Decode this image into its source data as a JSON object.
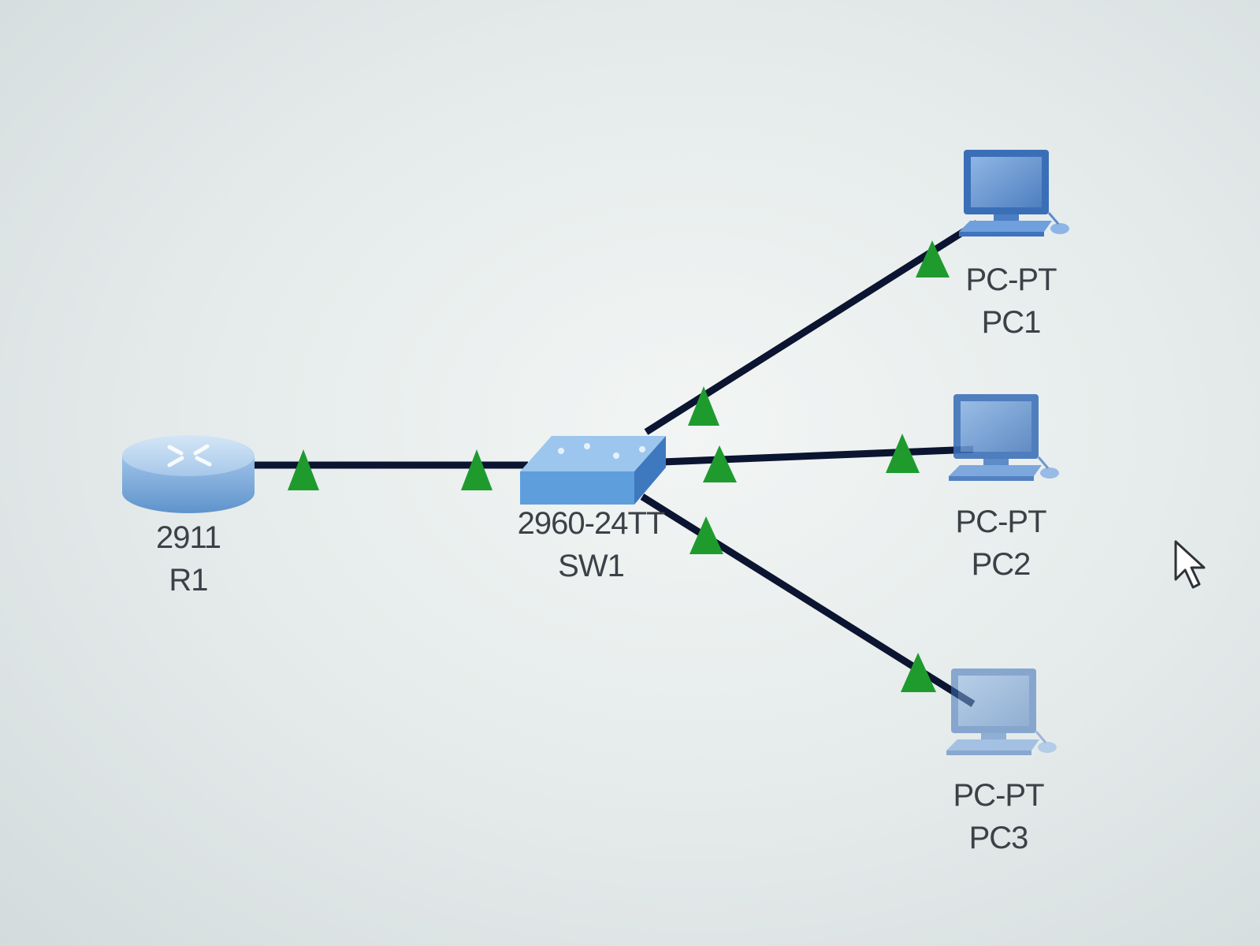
{
  "colors": {
    "link": "#0b1430",
    "port_status_up": "#1f9b2e",
    "device_blue": "#4f86cf",
    "label_text": "#3c4148"
  },
  "devices": [
    {
      "id": "r1",
      "type": "router",
      "model": "2911",
      "name": "R1",
      "icon": "router-icon"
    },
    {
      "id": "sw1",
      "type": "switch",
      "model": "2960-24TT",
      "name": "SW1",
      "icon": "switch-icon"
    },
    {
      "id": "pc1",
      "type": "pc",
      "model": "PC-PT",
      "name": "PC1",
      "icon": "pc-icon"
    },
    {
      "id": "pc2",
      "type": "pc",
      "model": "PC-PT",
      "name": "PC2",
      "icon": "pc-icon"
    },
    {
      "id": "pc3",
      "type": "pc",
      "model": "PC-PT",
      "name": "PC3",
      "icon": "pc-icon"
    }
  ],
  "links": [
    {
      "from": "r1",
      "to": "sw1",
      "status": "up"
    },
    {
      "from": "sw1",
      "to": "pc1",
      "status": "up"
    },
    {
      "from": "sw1",
      "to": "pc2",
      "status": "up"
    },
    {
      "from": "sw1",
      "to": "pc3",
      "status": "up"
    }
  ],
  "cursor": {
    "icon": "mouse-pointer-icon"
  }
}
